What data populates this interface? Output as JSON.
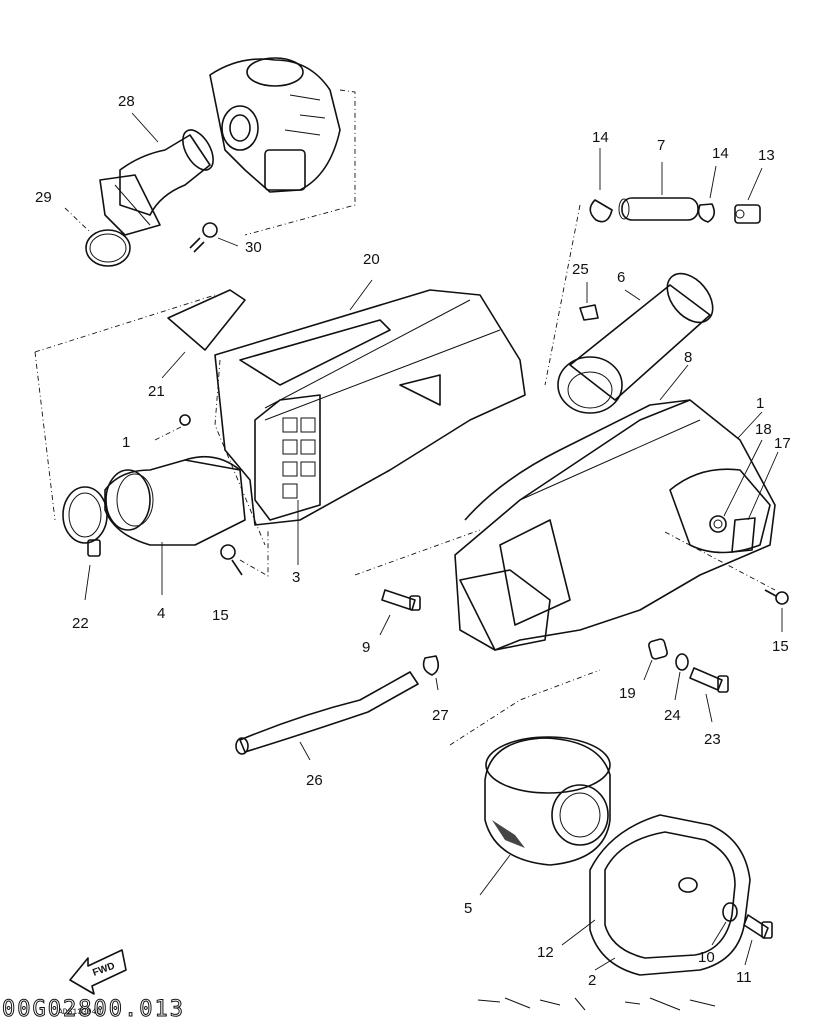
{
  "diagram": {
    "part_labels": {
      "p1a": "1",
      "p1b": "1",
      "p2": "2",
      "p3": "3",
      "p4": "4",
      "p5": "5",
      "p6": "6",
      "p7": "7",
      "p8": "8",
      "p9": "9",
      "p10": "10",
      "p11": "11",
      "p12": "12",
      "p13": "13",
      "p14a": "14",
      "p14b": "14",
      "p15a": "15",
      "p15b": "15",
      "p17": "17",
      "p18": "18",
      "p19": "19",
      "p20": "20",
      "p21": "21",
      "p22": "22",
      "p23": "23",
      "p24": "24",
      "p25": "25",
      "p26": "26",
      "p27": "27",
      "p28": "28",
      "p29": "29",
      "p30": "30"
    },
    "fwd_label": "FWD",
    "plate_code": "ADS133040",
    "footer_code": "00G02800.013"
  }
}
